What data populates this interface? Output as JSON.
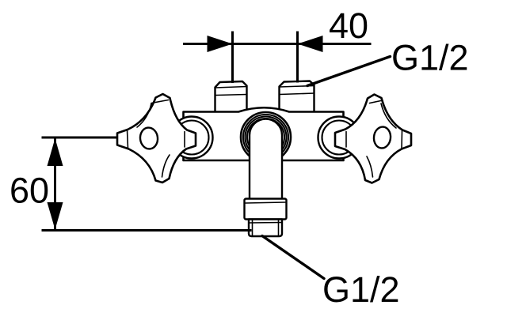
{
  "diagram": {
    "background_color": "#ffffff",
    "line_color": "#000000",
    "dimension_top": {
      "value": "40"
    },
    "dimension_left": {
      "value": "60"
    },
    "label_top_thread": {
      "text": "G1/2"
    },
    "label_bottom_thread": {
      "text": "G1/2"
    }
  }
}
